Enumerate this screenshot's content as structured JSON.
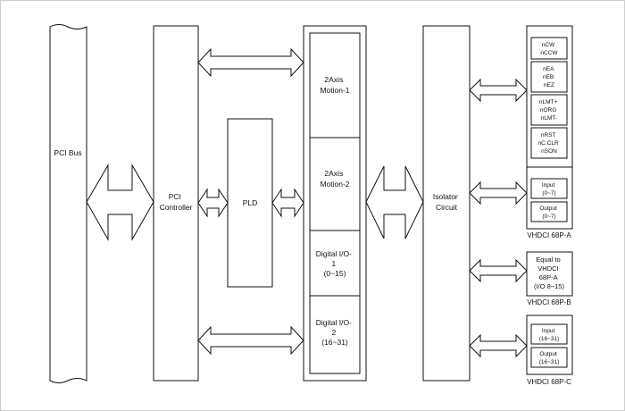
{
  "pci_bus": "PCI Bus",
  "pci_controller": [
    "PCI",
    "Controller"
  ],
  "pld": "PLD",
  "motion1": [
    "2Axis",
    "Motion-1"
  ],
  "motion2": [
    "2Axis",
    "Motion-2"
  ],
  "dio1": [
    "Digital I/O-",
    "1",
    "(0~15)"
  ],
  "dio2": [
    "Digital I/O-",
    "2",
    "(16~31)"
  ],
  "isolator": [
    "Isolator",
    "Circuit"
  ],
  "connector_a": {
    "groups": [
      [
        "nCW",
        "nCCW"
      ],
      [
        "nEA",
        "nEB",
        "nEZ"
      ],
      [
        "nLMT+",
        "nORG",
        "nLMT-"
      ],
      [
        "nRST",
        "nC.CLR",
        "nSON"
      ]
    ],
    "input": [
      "Input",
      "(0~7)"
    ],
    "output": [
      "Output",
      "(0~7)"
    ],
    "caption": "VHDCI 68P-A"
  },
  "connector_b": {
    "text": [
      "Equal to",
      "VHDCI",
      "68P-A",
      "(I/O 8~15)"
    ],
    "caption": "VHDCI 68P-B"
  },
  "connector_c": {
    "input": [
      "Input",
      "(16~31)"
    ],
    "output": [
      "Output",
      "(16~31)"
    ],
    "caption": "VHDCI 68P-C"
  }
}
